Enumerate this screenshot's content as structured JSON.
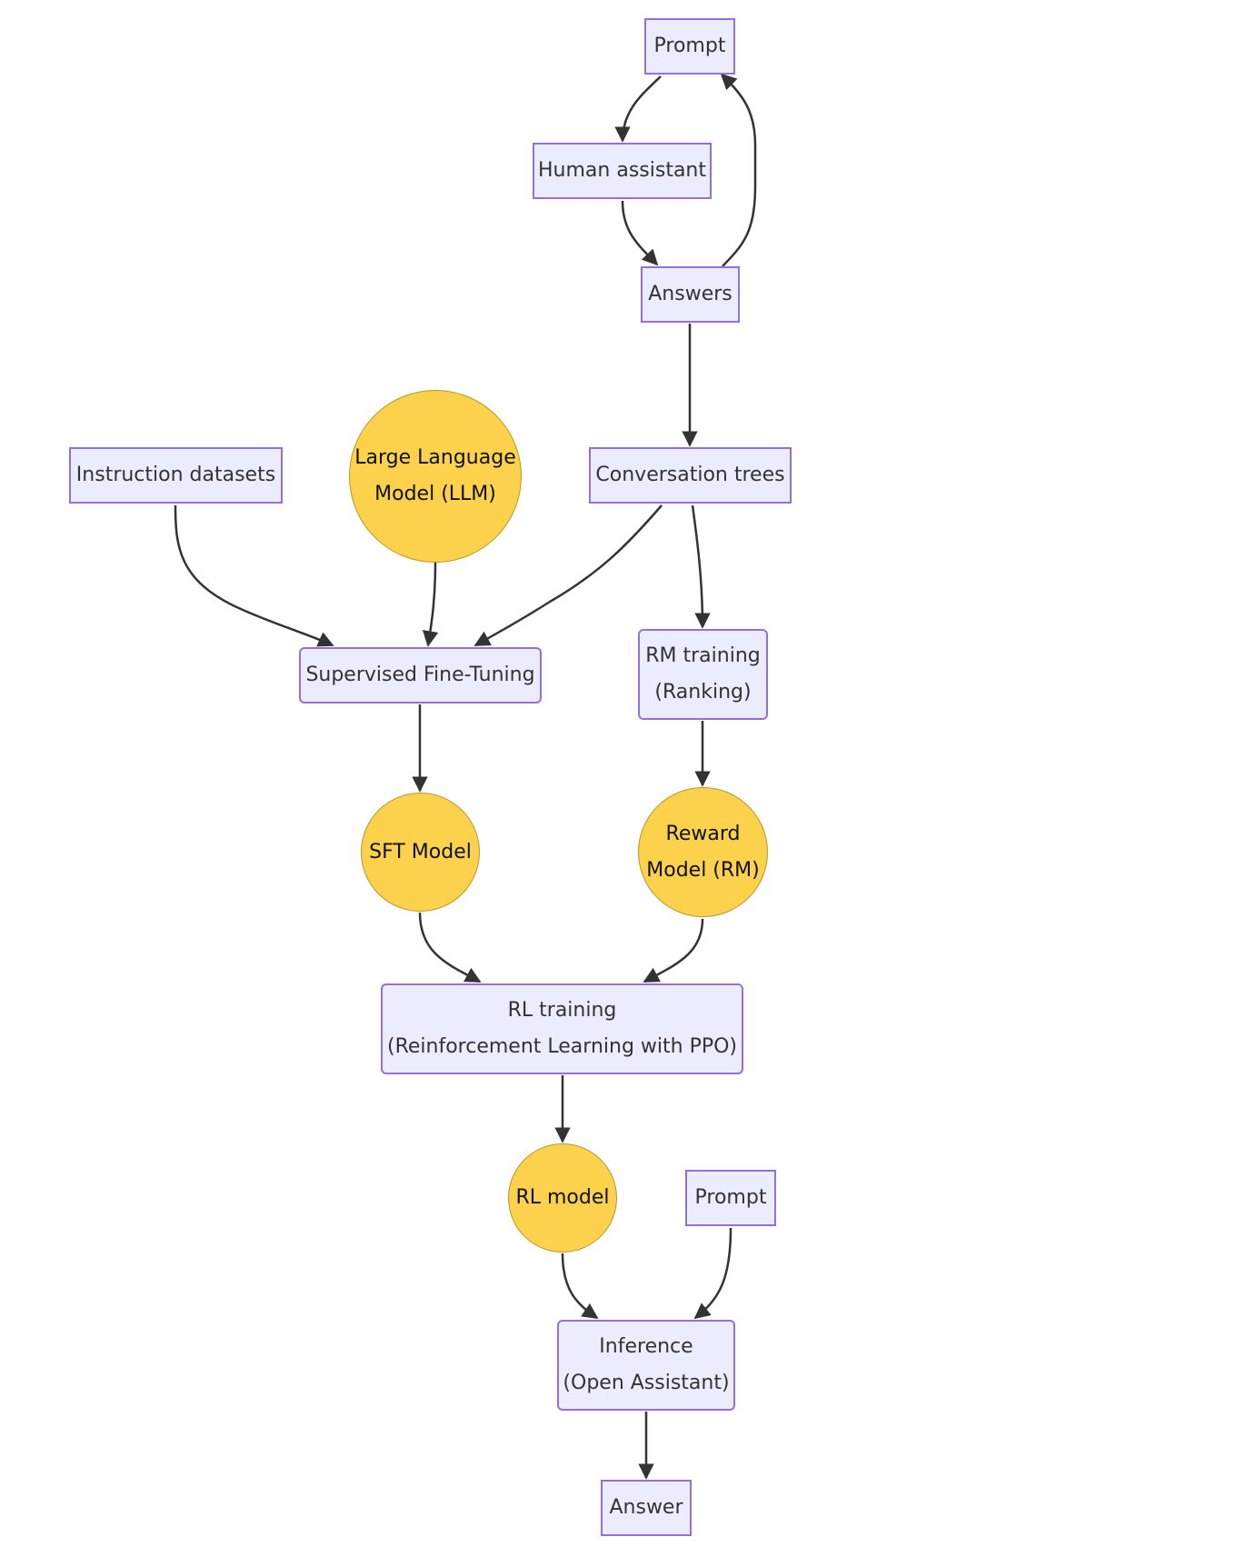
{
  "colors": {
    "box_fill": "#ececff",
    "box_border": "#9370db",
    "circle_fill": "#fcd14b",
    "circle_border": "#b8972a",
    "edge": "#333333"
  },
  "nodes": {
    "prompt_top": {
      "lines": [
        "Prompt"
      ]
    },
    "human_assistant": {
      "lines": [
        "Human assistant"
      ]
    },
    "answers": {
      "lines": [
        "Answers"
      ]
    },
    "instruction_datasets": {
      "lines": [
        "Instruction datasets"
      ]
    },
    "llm": {
      "lines": [
        "Large Language",
        "Model (LLM)"
      ]
    },
    "conversation_trees": {
      "lines": [
        "Conversation trees"
      ]
    },
    "sft": {
      "lines": [
        "Supervised Fine-Tuning"
      ]
    },
    "rm_training": {
      "lines": [
        "RM training",
        "(Ranking)"
      ]
    },
    "sft_model": {
      "lines": [
        "SFT Model"
      ]
    },
    "reward_model": {
      "lines": [
        "Reward",
        "Model (RM)"
      ]
    },
    "rl_training": {
      "lines": [
        "RL training",
        "(Reinforcement Learning with PPO)"
      ]
    },
    "rl_model": {
      "lines": [
        "RL model"
      ]
    },
    "prompt_bottom": {
      "lines": [
        "Prompt"
      ]
    },
    "inference": {
      "lines": [
        "Inference",
        "(Open Assistant)"
      ]
    },
    "answer": {
      "lines": [
        "Answer"
      ]
    }
  },
  "edges": [
    {
      "from": "prompt_top",
      "to": "human_assistant"
    },
    {
      "from": "human_assistant",
      "to": "answers"
    },
    {
      "from": "answers",
      "to": "prompt_top"
    },
    {
      "from": "answers",
      "to": "conversation_trees"
    },
    {
      "from": "instruction_datasets",
      "to": "sft"
    },
    {
      "from": "llm",
      "to": "sft"
    },
    {
      "from": "conversation_trees",
      "to": "sft"
    },
    {
      "from": "conversation_trees",
      "to": "rm_training"
    },
    {
      "from": "sft",
      "to": "sft_model"
    },
    {
      "from": "rm_training",
      "to": "reward_model"
    },
    {
      "from": "sft_model",
      "to": "rl_training"
    },
    {
      "from": "reward_model",
      "to": "rl_training"
    },
    {
      "from": "rl_training",
      "to": "rl_model"
    },
    {
      "from": "rl_model",
      "to": "inference"
    },
    {
      "from": "prompt_bottom",
      "to": "inference"
    },
    {
      "from": "inference",
      "to": "answer"
    }
  ]
}
